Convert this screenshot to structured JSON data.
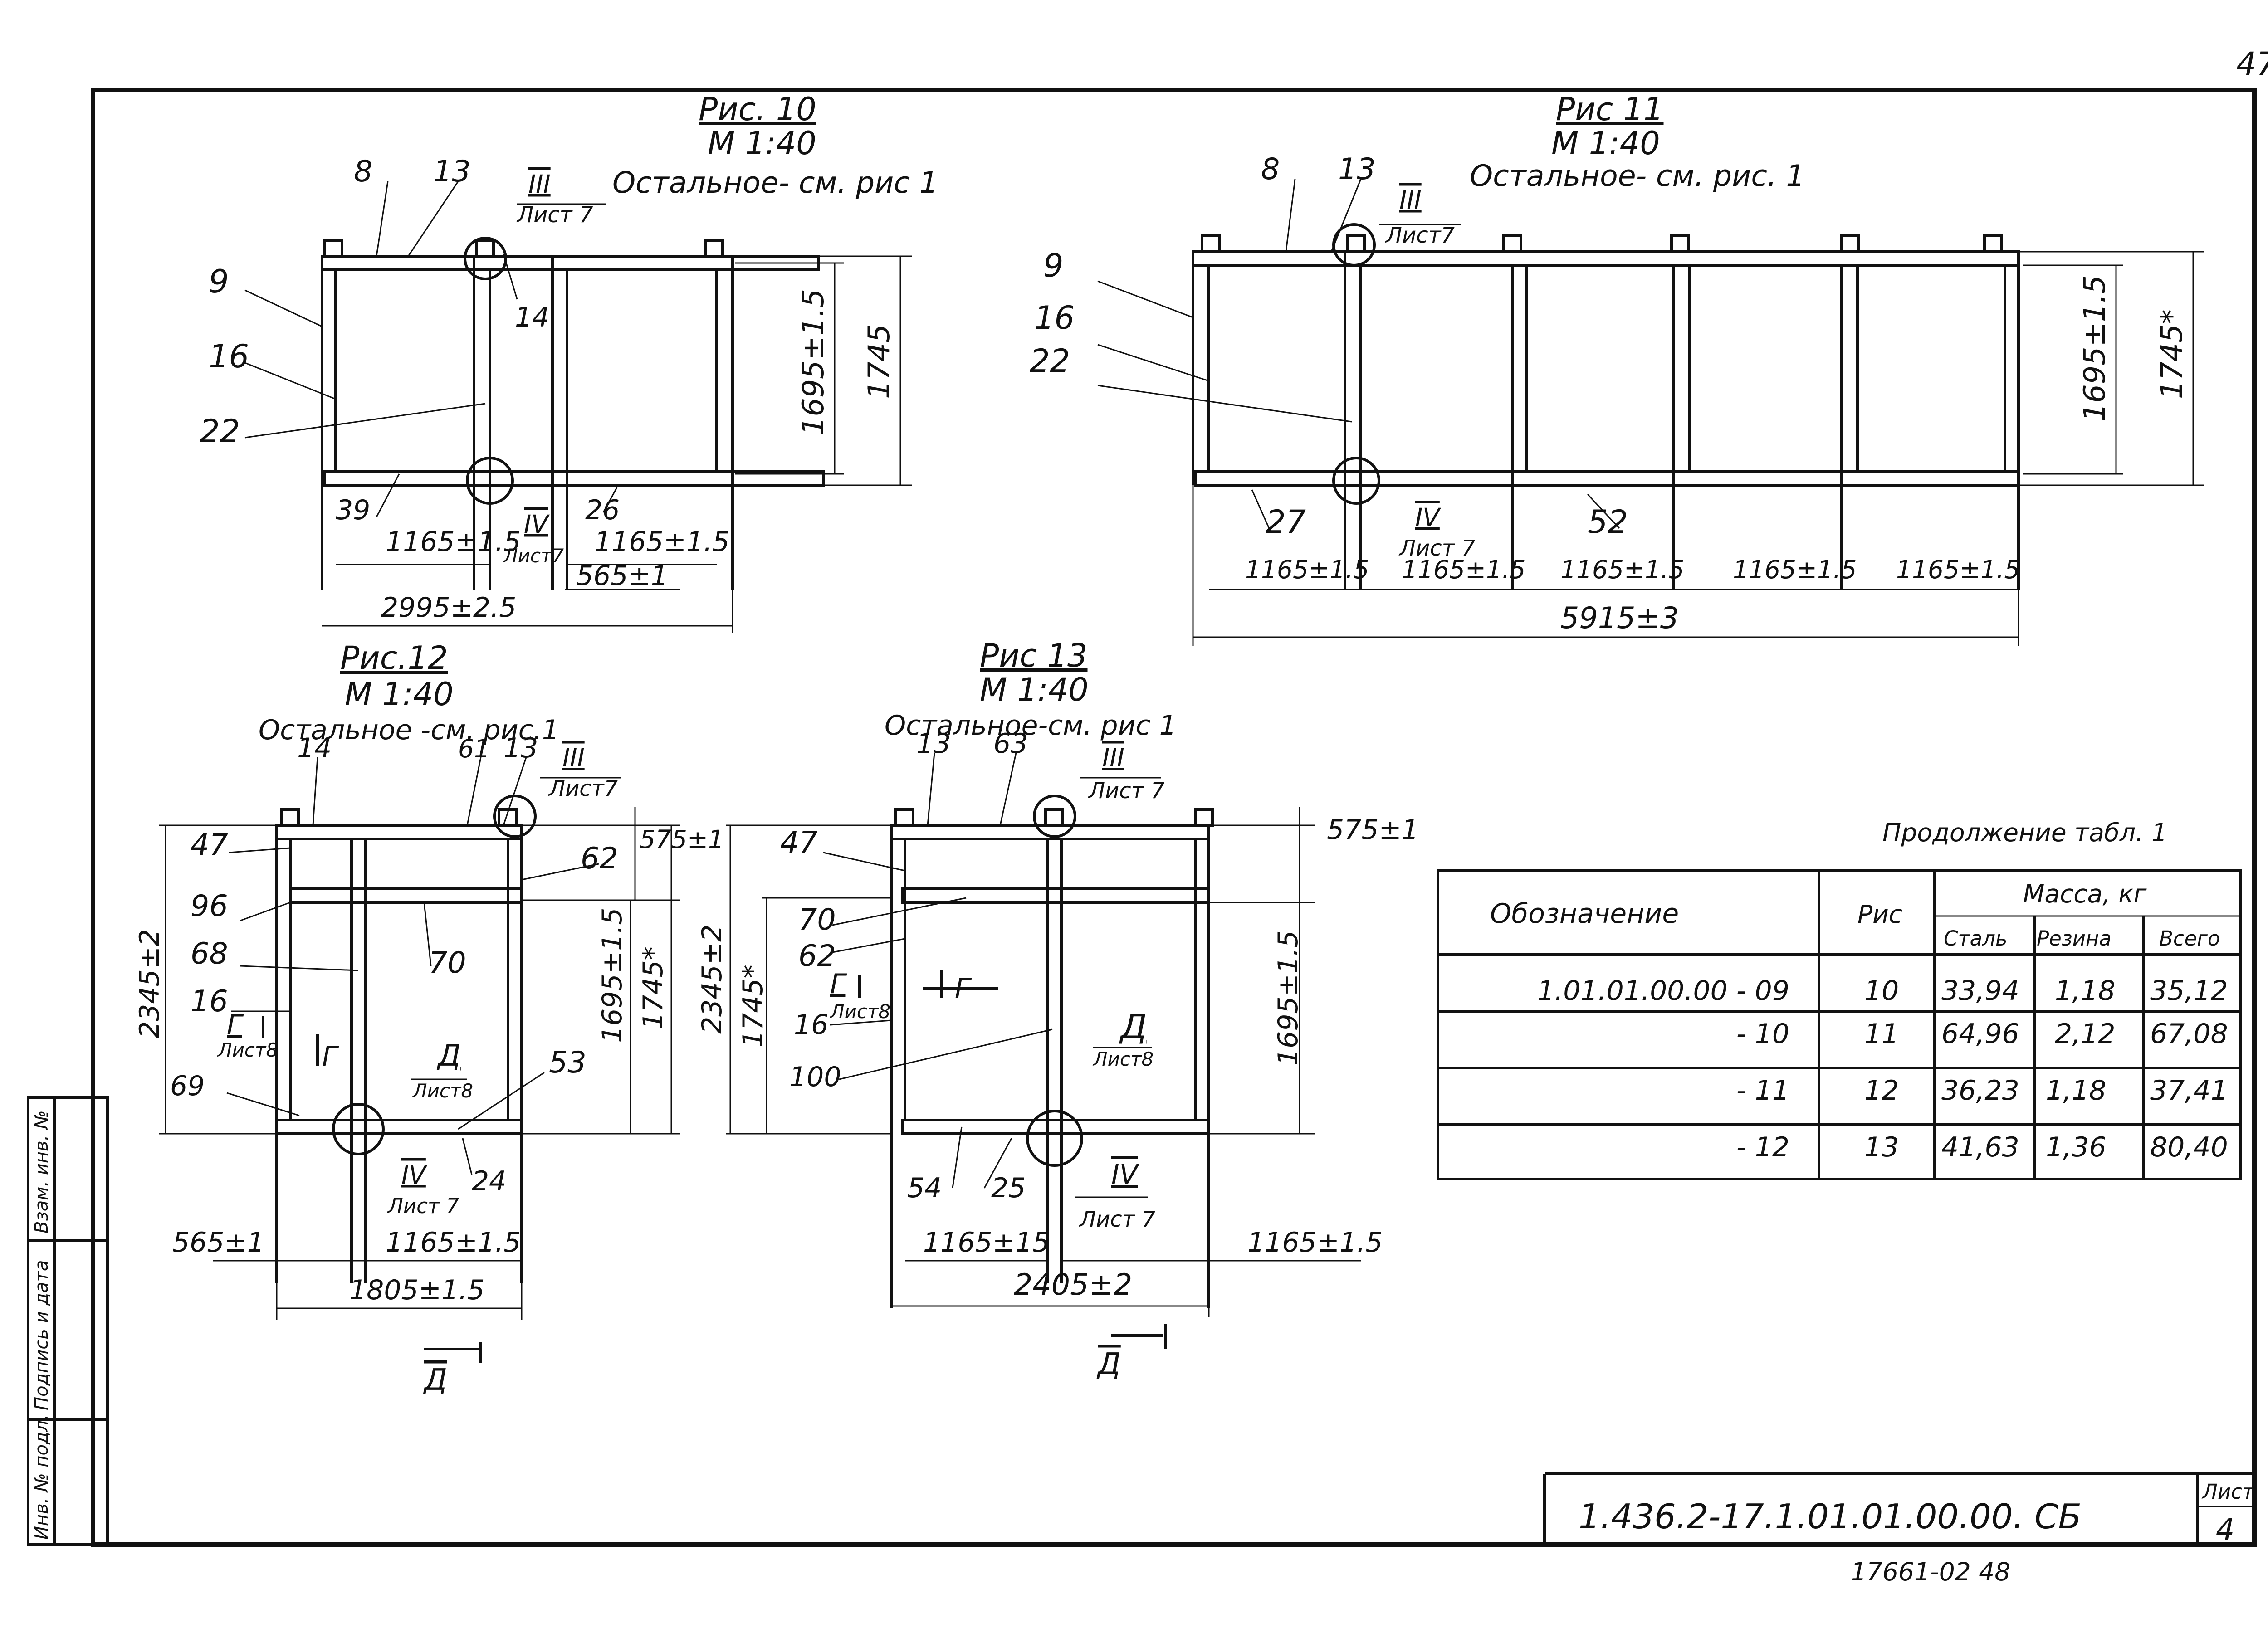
{
  "page_number": "47",
  "figures": {
    "f10": {
      "title": "Рис. 10",
      "scale": "М 1:40",
      "note": "Остальное- см. рис 1",
      "callouts": [
        "8",
        "13",
        "9",
        "16",
        "22",
        "14",
        "39",
        "26"
      ],
      "nodes": [
        {
          "roman": "III",
          "sheet": "Лист 7"
        },
        {
          "roman": "IV",
          "sheet": "Лист7"
        }
      ],
      "dims": [
        "1695±1.5",
        "1745",
        "1165±1.5",
        "1165±1.5",
        "565±1",
        "2995±2.5"
      ]
    },
    "f11": {
      "title": "Рис 11",
      "scale": "М 1:40",
      "note": "Остальное- см. рис. 1",
      "callouts": [
        "8",
        "13",
        "9",
        "16",
        "22",
        "27",
        "52"
      ],
      "nodes": [
        {
          "roman": "III",
          "sheet": "Лист7"
        },
        {
          "roman": "IV",
          "sheet": "Лист 7"
        }
      ],
      "dims": [
        "1695±1.5",
        "1745*",
        "1165±1.5",
        "1165±1.5",
        "1165±1.5",
        "1165±1.5",
        "1165±1.5",
        "5915±3"
      ]
    },
    "f12": {
      "title": "Рис.12",
      "scale": "М 1:40",
      "note": "Остальное -см. рис.1",
      "callouts": [
        "14",
        "61",
        "13",
        "47",
        "96",
        "68",
        "16",
        "69",
        "62",
        "70",
        "53",
        "24"
      ],
      "nodes": [
        {
          "roman": "III",
          "sheet": "Лист7"
        },
        {
          "roman": "IV",
          "sheet": "Лист 7"
        }
      ],
      "sections": [
        {
          "letter": "Г",
          "sheet": "Лист8"
        },
        {
          "letter": "Д",
          "sheet": "Лист8"
        }
      ],
      "view_marks": [
        "Г",
        "Д"
      ],
      "dims": [
        "2345±2",
        "575±1",
        "1695±1.5",
        "1745*",
        "565±1",
        "1165±1.5",
        "1805±1.5"
      ]
    },
    "f13": {
      "title": "Рис 13",
      "scale": "М 1:40",
      "note": "Остальное-см. рис 1",
      "callouts": [
        "13",
        "63",
        "47",
        "70",
        "62",
        "16",
        "100",
        "54",
        "25"
      ],
      "nodes": [
        {
          "roman": "III",
          "sheet": "Лист 7"
        },
        {
          "roman": "IV",
          "sheet": "Лист 7"
        }
      ],
      "sections": [
        {
          "letter": "Г",
          "sheet": "Лист8"
        },
        {
          "letter": "Д",
          "sheet": "Лист8"
        }
      ],
      "view_marks": [
        "Г",
        "Д"
      ],
      "dims": [
        "575±1",
        "2345±2",
        "1745*",
        "1695±1.5",
        "1165±15",
        "1165±1.5",
        "2405±2"
      ]
    }
  },
  "table": {
    "caption": "Продолжение табл. 1",
    "head": {
      "designation": "Обозначение",
      "fig": "Рис",
      "mass": "Масса, кг",
      "steel": "Сталь",
      "rubber": "Резина",
      "total": "Всего"
    },
    "rows": [
      {
        "designation": "1.01.01.00.00 - 09",
        "fig": "10",
        "steel": "33,94",
        "rubber": "1,18",
        "total": "35,12"
      },
      {
        "designation": "- 10",
        "fig": "11",
        "steel": "64,96",
        "rubber": "2,12",
        "total": "67,08"
      },
      {
        "designation": "- 11",
        "fig": "12",
        "steel": "36,23",
        "rubber": "1,18",
        "total": "37,41"
      },
      {
        "designation": "- 12",
        "fig": "13",
        "steel": "41,63",
        "rubber": "1,36",
        "total": "80,40"
      }
    ]
  },
  "margin_stamp": [
    "Инв. № подл.",
    "Подпись и дата",
    "Взам. инв. №"
  ],
  "title_block": {
    "code": "1.436.2-17.1.01.01.00.00. СБ",
    "sheet_label": "Лист",
    "sheet_number": "4"
  },
  "archive_number": "17661-02  48"
}
